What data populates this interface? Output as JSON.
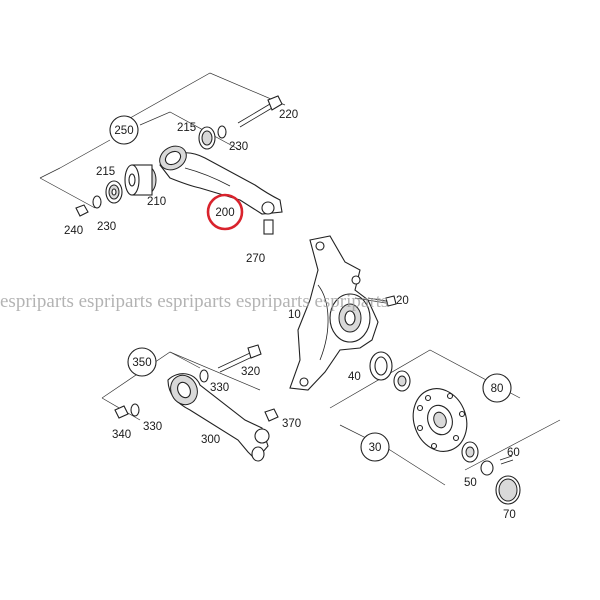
{
  "diagram": {
    "callouts": [
      "250",
      "350",
      "80",
      "30"
    ],
    "labels": {
      "p220": "220",
      "p215a": "215",
      "p230a": "230",
      "p215b": "215",
      "p210": "210",
      "p240": "240",
      "p230b": "230",
      "p200": "200",
      "p270": "270",
      "p20": "20",
      "p10": "10",
      "p40": "40",
      "p320": "320",
      "p330a": "330",
      "p340": "340",
      "p330b": "330",
      "p370": "370",
      "p300": "300",
      "p60": "60",
      "p50": "50",
      "p70": "70"
    },
    "highlight_color": "#d9232d",
    "watermark": "espriparts espriparts espriparts espriparts espriparts"
  }
}
